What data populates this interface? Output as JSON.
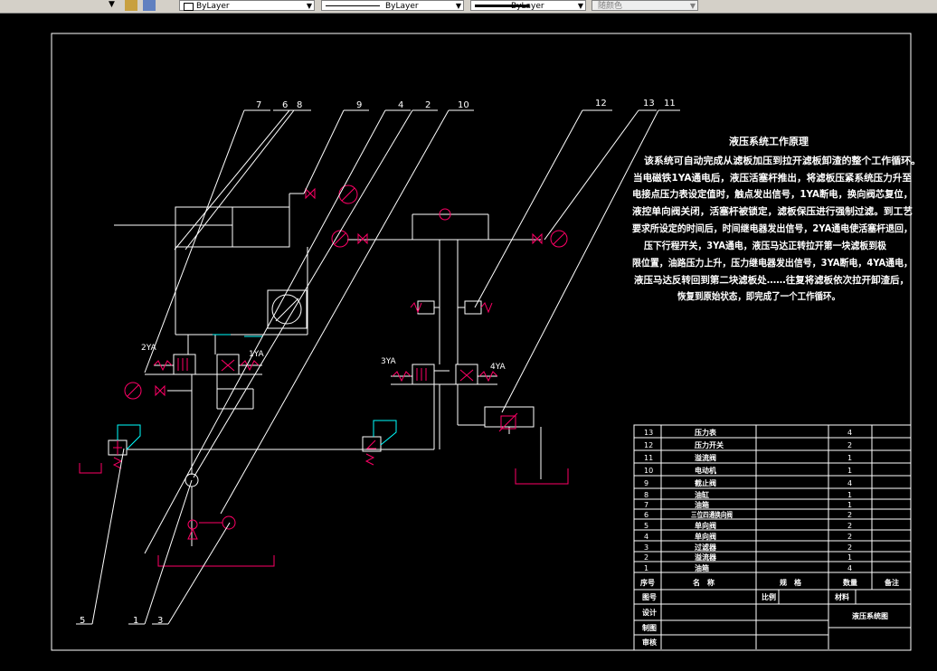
{
  "toolbar": {
    "layer_value": "ByLayer",
    "linetype_value": "ByLayer",
    "lineweight_value": "ByLayer",
    "plotstyle_value": "随颜色"
  },
  "callouts": {
    "top": [
      "7",
      "6",
      "8",
      "9",
      "4",
      "2",
      "10",
      "12",
      "13",
      "11"
    ],
    "bottom": [
      "5",
      "1",
      "3"
    ]
  },
  "valve_labels": {
    "v2ya": "2YA",
    "v1ya": "1YA",
    "v3ya": "3YA",
    "v4ya": "4YA"
  },
  "notes": {
    "title": "液压系统工作原理",
    "lines": [
      "该系统可自动完成从滤板加压到拉开滤板卸渣的整个工作循环。",
      "当电磁铁1YA通电后，液压活塞杆推出，将滤板压紧系统压力升至",
      "电接点压力表设定值时，触点发出信号，1YA断电，换向阀芯复位，",
      "液控单向阀关闭，活塞杆被锁定，滤板保压进行强制过滤。到工艺",
      "要求所设定的时间后，时间继电器发出信号，2YA通电使活塞杆退回，",
      "压下行程开关，3YA通电，液压马达正转拉开第一块滤板到极",
      "限位置，油路压力上升，压力继电器发出信号，3YA断电，4YA通电，",
      "液压马达反转回到第二块滤板处……往复将滤板依次拉开卸渣后，",
      "恢复到原始状态，即完成了一个工作循环。"
    ]
  },
  "bom": {
    "rows": [
      {
        "no": "13",
        "name": "压力表",
        "qty": "4"
      },
      {
        "no": "12",
        "name": "压力开关",
        "qty": "2"
      },
      {
        "no": "11",
        "name": "溢流阀",
        "qty": "1"
      },
      {
        "no": "10",
        "name": "电动机",
        "qty": "1"
      },
      {
        "no": "9",
        "name": "截止阀",
        "qty": "4"
      },
      {
        "no": "8",
        "name": "油缸",
        "qty": "1"
      },
      {
        "no": "7",
        "name": "油箱",
        "qty": "1"
      },
      {
        "no": "6",
        "name": "三位四通换向阀",
        "qty": "2"
      },
      {
        "no": "5",
        "name": "单向阀",
        "qty": "2"
      },
      {
        "no": "4",
        "name": "单向阀",
        "qty": "2"
      },
      {
        "no": "3",
        "name": "过滤器",
        "qty": "2"
      },
      {
        "no": "2",
        "name": "溢流器",
        "qty": "1"
      },
      {
        "no": "1",
        "name": "油箱",
        "qty": "4"
      }
    ],
    "header": {
      "no": "序号",
      "name": "名　称",
      "spec": "规　格",
      "qty": "数量",
      "remark": "备注"
    }
  },
  "title_block": {
    "drawing_no": "图号",
    "scale": "比例",
    "material": "材料",
    "designer": "设计",
    "drafter": "制图",
    "reviewer": "审核",
    "drawing_name": "液压系统图"
  },
  "colors": {
    "background": "#000000",
    "line": "#ffffff",
    "hydraulic": "#ff0066",
    "aux": "#00ffff"
  }
}
